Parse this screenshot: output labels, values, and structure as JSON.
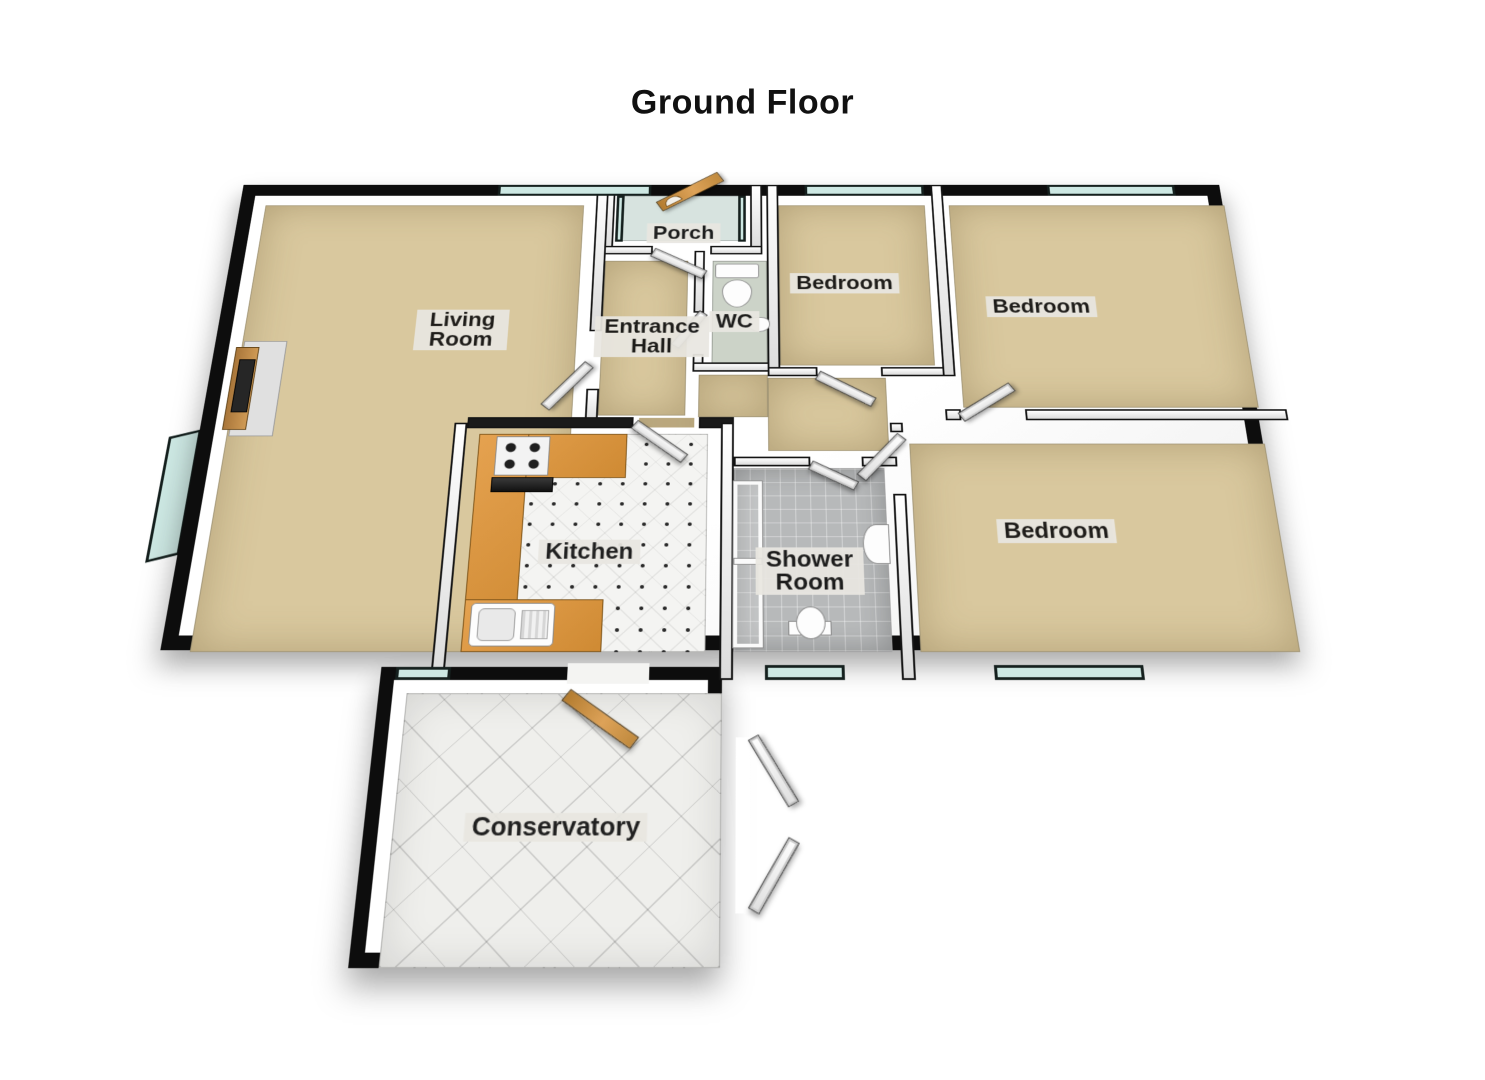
{
  "title": "Ground Floor",
  "rooms": [
    {
      "id": "living-room",
      "label": "Living Room"
    },
    {
      "id": "porch",
      "label": "Porch"
    },
    {
      "id": "entrance-hall",
      "label": "Entrance Hall"
    },
    {
      "id": "wc",
      "label": "WC"
    },
    {
      "id": "bedroom-top-middle",
      "label": "Bedroom"
    },
    {
      "id": "bedroom-top-right",
      "label": "Bedroom"
    },
    {
      "id": "kitchen",
      "label": "Kitchen"
    },
    {
      "id": "shower-room",
      "label": "Shower Room"
    },
    {
      "id": "bedroom-right",
      "label": "Bedroom"
    },
    {
      "id": "conservatory",
      "label": "Conservatory"
    }
  ],
  "fixtures": [
    "fireplace",
    "kitchen-hob",
    "kitchen-oven",
    "kitchen-sink",
    "kitchen-worktops",
    "wc-toilet",
    "wc-basin",
    "shower-cubicle",
    "shower-basin",
    "shower-toilet",
    "front-door",
    "glazed-internal-doors",
    "panel-internal-doors",
    "conservatory-french-doors",
    "windows",
    "bay-window"
  ],
  "colors": {
    "wall": "#0d0d0d",
    "carpet": "#d9c89e",
    "glass": "#cde8e3",
    "counter": "#dc9440",
    "wood_door": "#c08a3e",
    "shower_tile": "#b7b9ba",
    "kitchen_tile": "#f4f4f2",
    "conservatory_tile": "#efefec",
    "porch_floor": "#d7e3df",
    "wc_floor": "#ccd3c8",
    "label_bg": "#e9e7e1",
    "label_text": "#111111"
  }
}
